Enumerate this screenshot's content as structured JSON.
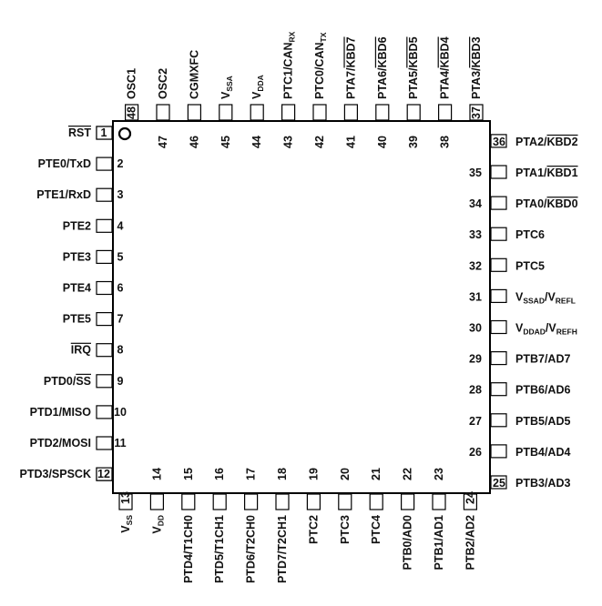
{
  "chip": {
    "pin1_marker": "pin-1-marker-circle",
    "left_pins": [
      {
        "num": "1",
        "label": "RST",
        "overline": true,
        "boxed": true
      },
      {
        "num": "2",
        "label": "PTE0/TxD"
      },
      {
        "num": "3",
        "label": "PTE1/RxD"
      },
      {
        "num": "4",
        "label": "PTE2"
      },
      {
        "num": "5",
        "label": "PTE3"
      },
      {
        "num": "6",
        "label": "PTE4"
      },
      {
        "num": "7",
        "label": "PTE5"
      },
      {
        "num": "8",
        "label": "IRQ",
        "overline": true
      },
      {
        "num": "9",
        "label_main": "PTD0/",
        "label_over": "SS"
      },
      {
        "num": "10",
        "label": "PTD1/MISO"
      },
      {
        "num": "11",
        "label": "PTD2/MOSI"
      },
      {
        "num": "12",
        "label": "PTD3/SPSCK",
        "boxed": true
      }
    ],
    "bottom_pins": [
      {
        "num": "13",
        "label_main": "V",
        "label_sub": "SS",
        "boxed": true
      },
      {
        "num": "14",
        "label_main": "V",
        "label_sub": "DD"
      },
      {
        "num": "15",
        "label": "PTD4/T1CH0"
      },
      {
        "num": "16",
        "label": "PTD5/T1CH1"
      },
      {
        "num": "17",
        "label": "PTD6/T2CH0"
      },
      {
        "num": "18",
        "label": "PTD7/T2CH1"
      },
      {
        "num": "19",
        "label": "PTC2"
      },
      {
        "num": "20",
        "label": "PTC3"
      },
      {
        "num": "21",
        "label": "PTC4"
      },
      {
        "num": "22",
        "label": "PTB0/AD0"
      },
      {
        "num": "23",
        "label": "PTB1/AD1"
      },
      {
        "num": "24",
        "label": "PTB2/AD2",
        "boxed": true
      }
    ],
    "right_pins": [
      {
        "num": "25",
        "label": "PTB3/AD3",
        "boxed": true
      },
      {
        "num": "26",
        "label": "PTB4/AD4"
      },
      {
        "num": "27",
        "label": "PTB5/AD5"
      },
      {
        "num": "28",
        "label": "PTB6/AD6"
      },
      {
        "num": "29",
        "label": "PTB7/AD7"
      },
      {
        "num": "30",
        "label_parts": [
          [
            "V",
            ""
          ],
          [
            "DDAD",
            "sub"
          ],
          [
            "/V",
            ""
          ],
          [
            "REFH",
            "sub"
          ]
        ]
      },
      {
        "num": "31",
        "label_parts": [
          [
            "V",
            ""
          ],
          [
            "SSAD",
            "sub"
          ],
          [
            "/V",
            ""
          ],
          [
            "REFL",
            "sub"
          ]
        ]
      },
      {
        "num": "32",
        "label": "PTC5"
      },
      {
        "num": "33",
        "label": "PTC6"
      },
      {
        "num": "34",
        "label_main": "PTA0/",
        "label_over": "KBD0"
      },
      {
        "num": "35",
        "label_main": "PTA1/",
        "label_over": "KBD1"
      },
      {
        "num": "36",
        "label_main": "PTA2/",
        "label_over": "KBD2",
        "boxed": true
      }
    ],
    "top_pins": [
      {
        "num": "37",
        "label_main": "PTA3/",
        "label_over": "KBD3",
        "boxed": true
      },
      {
        "num": "38",
        "label_main": "PTA4/",
        "label_over": "KBD4"
      },
      {
        "num": "39",
        "label_main": "PTA5/",
        "label_over": "KBD5"
      },
      {
        "num": "40",
        "label_main": "PTA6/",
        "label_over": "KBD6"
      },
      {
        "num": "41",
        "label_main": "PTA7/",
        "label_over": "KBD7"
      },
      {
        "num": "42",
        "label_parts": [
          [
            "PTC0/CAN",
            ""
          ],
          [
            "TX",
            "sub"
          ]
        ]
      },
      {
        "num": "43",
        "label_parts": [
          [
            "PTC1/CAN",
            ""
          ],
          [
            "RX",
            "sub"
          ]
        ]
      },
      {
        "num": "44",
        "label_main": "V",
        "label_sub": "DDA"
      },
      {
        "num": "45",
        "label_main": "V",
        "label_sub": "SSA"
      },
      {
        "num": "46",
        "label": "CGMXFC"
      },
      {
        "num": "47",
        "label": "OSC2"
      },
      {
        "num": "48",
        "label": "OSC1",
        "boxed": true
      }
    ]
  }
}
